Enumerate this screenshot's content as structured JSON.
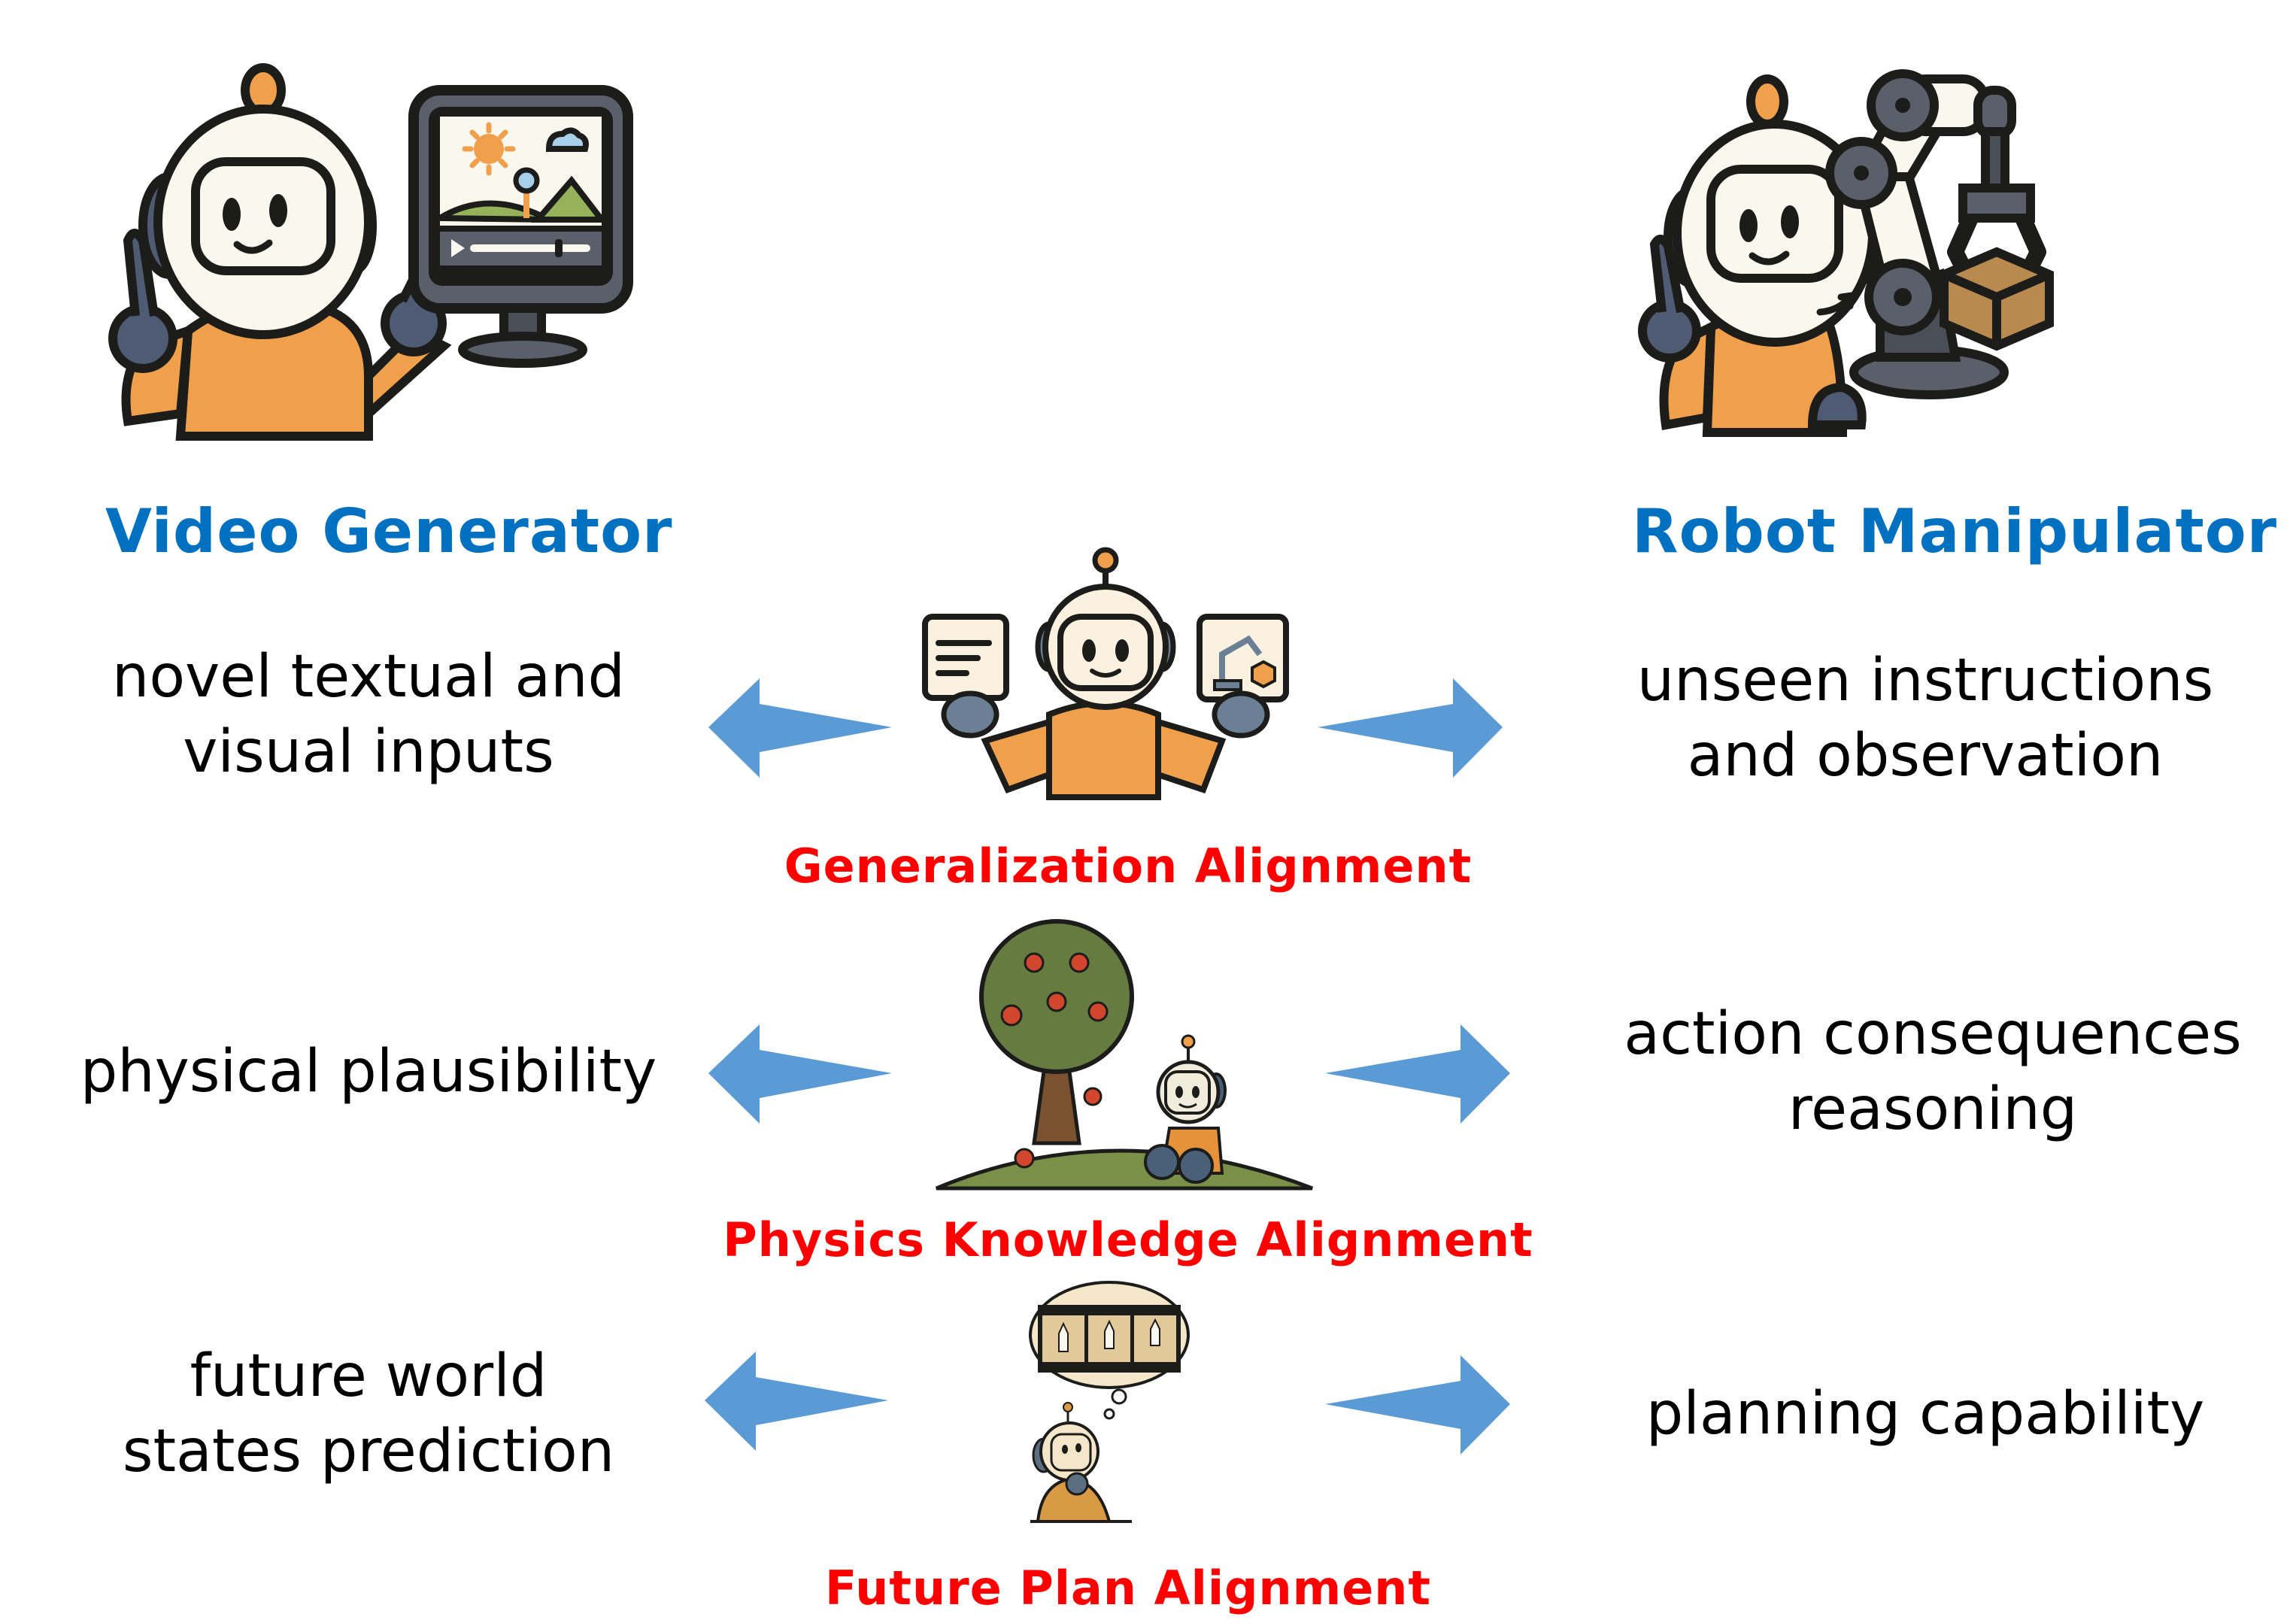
{
  "left_column": {
    "title": "Video Generator",
    "icon": "robot-with-video-monitor-icon",
    "items": [
      {
        "line1": "novel textual and",
        "line2": "visual inputs"
      },
      {
        "line1": "physical plausibility",
        "line2": ""
      },
      {
        "line1": "future world",
        "line2": "states prediction"
      }
    ]
  },
  "right_column": {
    "title": "Robot Manipulator",
    "icon": "robot-with-robotic-arm-icon",
    "items": [
      {
        "line1": "unseen instructions",
        "line2": "and observation"
      },
      {
        "line1": "action consequences",
        "line2": "reasoning"
      },
      {
        "line1": "planning capability",
        "line2": ""
      }
    ]
  },
  "alignments": [
    {
      "label": "Generalization Alignment",
      "icon": "robot-holding-text-and-arm-cards-icon"
    },
    {
      "label": "Physics Knowledge Alignment",
      "icon": "robot-under-apple-tree-icon"
    },
    {
      "label": "Future Plan Alignment",
      "icon": "robot-thinking-rocket-filmstrip-icon"
    }
  ],
  "colors": {
    "heading": "#0070C0",
    "alignment_label": "#FF0000",
    "arrow": "#5B9BD5",
    "robot_body": "#F0A04B",
    "robot_head": "#FAF7EE",
    "robot_gray": "#4F5B73",
    "outline": "#1C1C1A"
  }
}
